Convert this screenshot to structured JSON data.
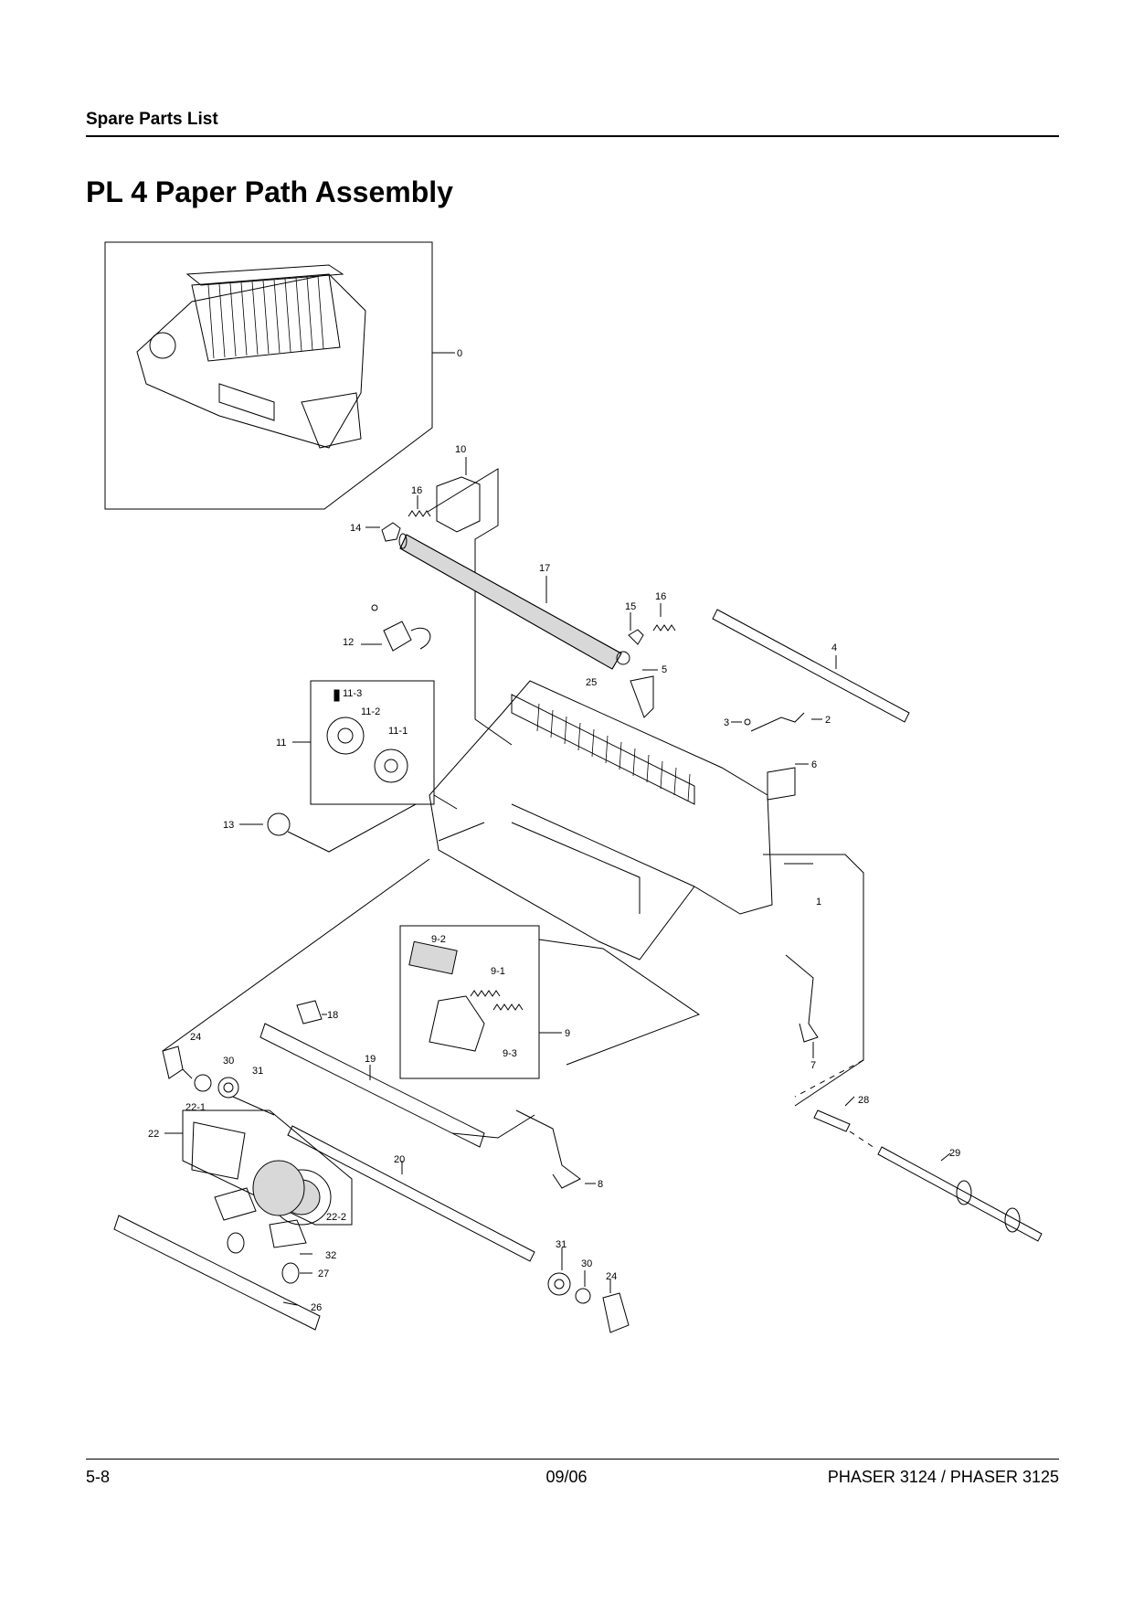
{
  "header": {
    "section": "Spare Parts List"
  },
  "title": "PL 4 Paper Path Assembly",
  "callouts": [
    {
      "id": "c0",
      "label": "0"
    },
    {
      "id": "c10",
      "label": "10"
    },
    {
      "id": "c16a",
      "label": "16"
    },
    {
      "id": "c14",
      "label": "14"
    },
    {
      "id": "c17",
      "label": "17"
    },
    {
      "id": "c15",
      "label": "15"
    },
    {
      "id": "c16b",
      "label": "16"
    },
    {
      "id": "c12",
      "label": "12"
    },
    {
      "id": "c4",
      "label": "4"
    },
    {
      "id": "c5",
      "label": "5"
    },
    {
      "id": "c25",
      "label": "25"
    },
    {
      "id": "c11-3",
      "label": "11-3"
    },
    {
      "id": "c11-2",
      "label": "11-2"
    },
    {
      "id": "c11-1",
      "label": "11-1"
    },
    {
      "id": "c11",
      "label": "11"
    },
    {
      "id": "c3",
      "label": "3"
    },
    {
      "id": "c2",
      "label": "2"
    },
    {
      "id": "c6",
      "label": "6"
    },
    {
      "id": "c13",
      "label": "13"
    },
    {
      "id": "c1",
      "label": "1"
    },
    {
      "id": "c9-2",
      "label": "9-2"
    },
    {
      "id": "c9-1",
      "label": "9-1"
    },
    {
      "id": "c9",
      "label": "9"
    },
    {
      "id": "c9-3",
      "label": "9-3"
    },
    {
      "id": "c18",
      "label": "18"
    },
    {
      "id": "c24a",
      "label": "24"
    },
    {
      "id": "c30a",
      "label": "30"
    },
    {
      "id": "c31a",
      "label": "31"
    },
    {
      "id": "c19",
      "label": "19"
    },
    {
      "id": "c7",
      "label": "7"
    },
    {
      "id": "c28",
      "label": "28"
    },
    {
      "id": "c22-1",
      "label": "22-1"
    },
    {
      "id": "c22",
      "label": "22"
    },
    {
      "id": "c20",
      "label": "20"
    },
    {
      "id": "c29",
      "label": "29"
    },
    {
      "id": "c8",
      "label": "8"
    },
    {
      "id": "c22-2",
      "label": "22-2"
    },
    {
      "id": "c31b",
      "label": "31"
    },
    {
      "id": "c30b",
      "label": "30"
    },
    {
      "id": "c24b",
      "label": "24"
    },
    {
      "id": "c32",
      "label": "32"
    },
    {
      "id": "c27",
      "label": "27"
    },
    {
      "id": "c26",
      "label": "26"
    }
  ],
  "footer": {
    "page": "5-8",
    "date": "09/06",
    "model": "PHASER 3124 / PHASER 3125"
  }
}
